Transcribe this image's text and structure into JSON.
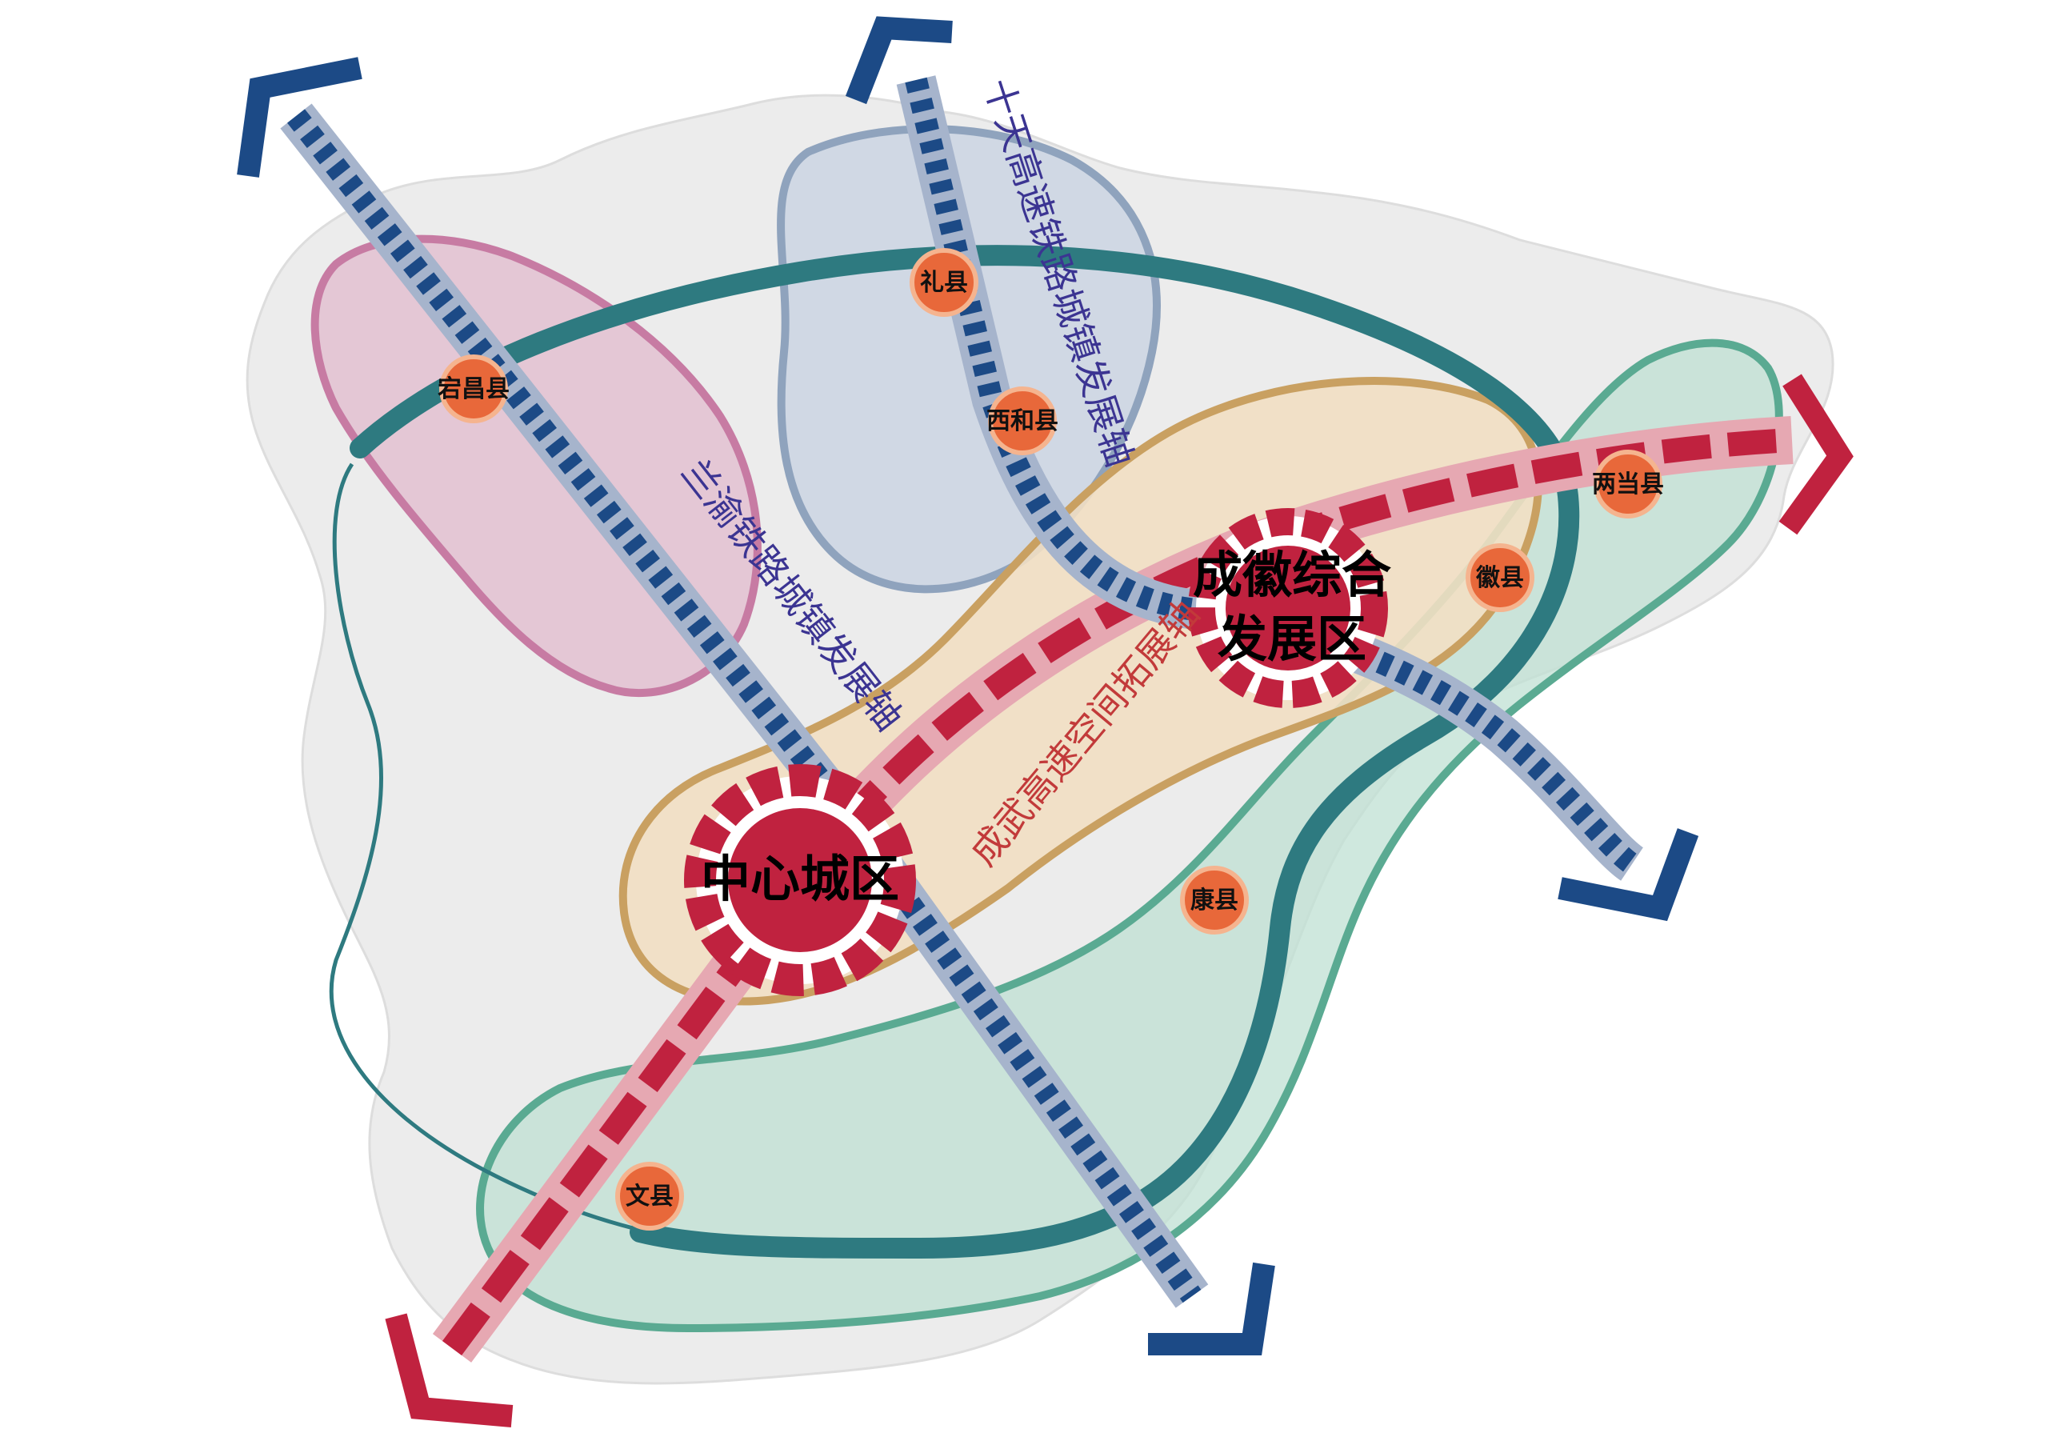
{
  "map": {
    "core_zones": {
      "central_city": "中心城区",
      "chenghui_line1": "成徽综合",
      "chenghui_line2": "发展区"
    },
    "axes": {
      "lanyu": "兰渝铁路城镇发展轴",
      "shitian": "十天高速铁路城镇发展轴",
      "chengwu": "成武高速空间拓展轴"
    },
    "counties": {
      "dangchang": "宕昌县",
      "lixian": "礼县",
      "xihe": "西和县",
      "liangdang": "两当县",
      "huixian": "徽县",
      "kangxian": "康县",
      "wenxian": "文县"
    },
    "colors": {
      "background_land": "#ececec",
      "red_axis": "#c0223f",
      "blue_axis": "#1c4a86",
      "teal_corridor": "#2e7a80",
      "pink_zone": "#c77ba3",
      "grey_blue_zone": "#8fa3bd",
      "tan_zone": "#c9a061",
      "green_zone": "#5aaa92",
      "county_dot": "#e8683a"
    }
  }
}
